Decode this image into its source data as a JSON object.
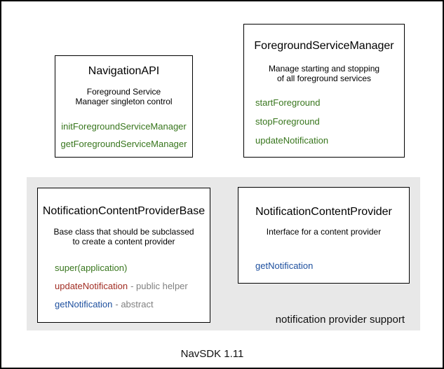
{
  "colors": {
    "method_green": "#38761d",
    "method_red": "#a12d23",
    "method_blue": "#1d4f9e",
    "annotation_gray": "#808080",
    "group_background": "#e8e8e8",
    "box_border": "#000000",
    "page_border": "#000000"
  },
  "boxes": [
    {
      "title": "NavigationAPI",
      "description": "Foreground Service\nManager singleton control",
      "methods": [
        {
          "name": "initForegroundServiceManager"
        },
        {
          "name": "getForegroundServiceManager"
        }
      ]
    },
    {
      "title": "ForegroundServiceManager",
      "description": "Manage starting and stopping\nof all foreground services",
      "methods": [
        {
          "name": "startForeground"
        },
        {
          "name": "stopForeground"
        },
        {
          "name": "updateNotification"
        }
      ]
    },
    {
      "title": "NotificationContentProviderBase",
      "description": "Base class that should be subclassed\nto create a content provider",
      "methods": [
        {
          "name": "super(application)"
        },
        {
          "name": "updateNotification",
          "suffix": "- public helper"
        },
        {
          "name": "getNotification",
          "suffix": "- abstract"
        }
      ]
    },
    {
      "title": "NotificationContentProvider",
      "description": "Interface for a content provider",
      "methods": [
        {
          "name": "getNotification"
        }
      ]
    }
  ],
  "group_label": "notification provider support",
  "caption": "NavSDK 1.11"
}
